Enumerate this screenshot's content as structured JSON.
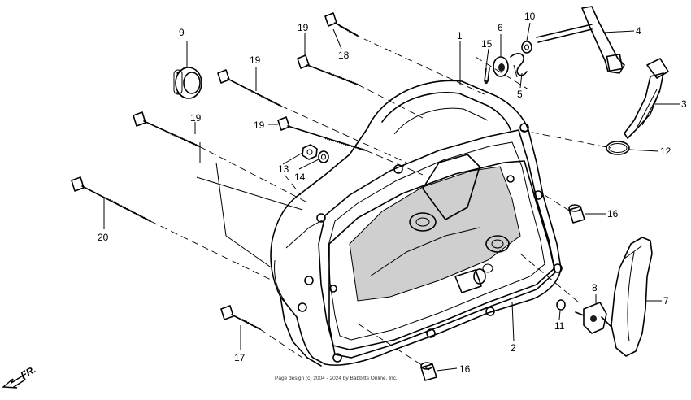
{
  "diagram": {
    "direction_label": "FR.",
    "copyright": "Page design (c) 2004 - 2024 by Babbitts Online, Inc.",
    "callouts": [
      {
        "id": "c1",
        "label": "1"
      },
      {
        "id": "c2",
        "label": "2"
      },
      {
        "id": "c3",
        "label": "3"
      },
      {
        "id": "c4",
        "label": "4"
      },
      {
        "id": "c5",
        "label": "5"
      },
      {
        "id": "c6",
        "label": "6"
      },
      {
        "id": "c7",
        "label": "7"
      },
      {
        "id": "c8",
        "label": "8"
      },
      {
        "id": "c9",
        "label": "9"
      },
      {
        "id": "c10",
        "label": "10"
      },
      {
        "id": "c11",
        "label": "11"
      },
      {
        "id": "c12",
        "label": "12"
      },
      {
        "id": "c13",
        "label": "13"
      },
      {
        "id": "c14",
        "label": "14"
      },
      {
        "id": "c15",
        "label": "15"
      },
      {
        "id": "c16a",
        "label": "16"
      },
      {
        "id": "c16b",
        "label": "16"
      },
      {
        "id": "c17",
        "label": "17"
      },
      {
        "id": "c18",
        "label": "18"
      },
      {
        "id": "c19a",
        "label": "19"
      },
      {
        "id": "c19b",
        "label": "19"
      },
      {
        "id": "c19c",
        "label": "19"
      },
      {
        "id": "c19d",
        "label": "19"
      },
      {
        "id": "c20",
        "label": "20"
      }
    ]
  }
}
